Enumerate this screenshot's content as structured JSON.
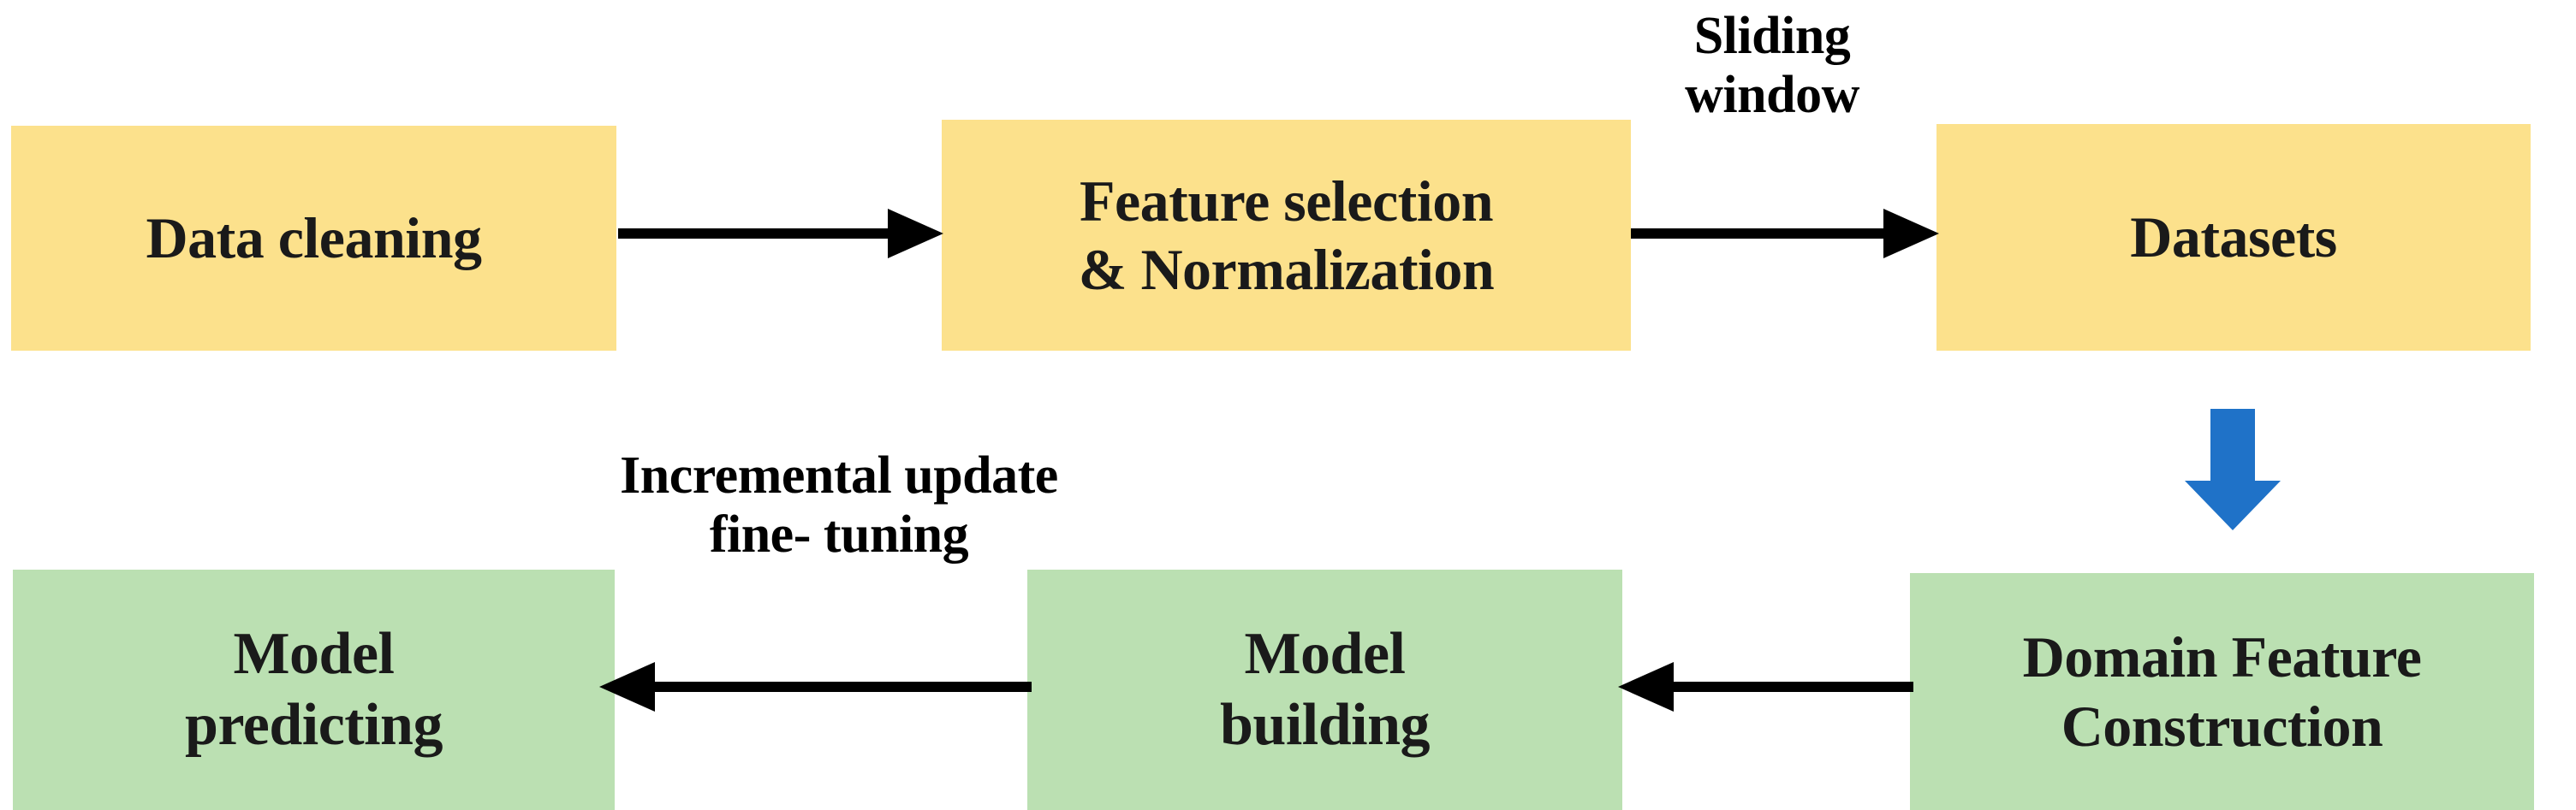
{
  "diagram": {
    "title": "Machine learning data processing and modeling pipeline flowchart",
    "colors": {
      "stage_yellow": "#FCE18C",
      "stage_green": "#BBE0B2",
      "arrow_black": "#000000",
      "arrow_blue": "#1F72C8",
      "text": "#1A1A1A",
      "background": "#FFFFFF"
    },
    "nodes": [
      {
        "id": "data-cleaning",
        "label": "Data cleaning",
        "color": "yellow",
        "row": "top"
      },
      {
        "id": "feature-select",
        "label": "Feature selection\n& Normalization",
        "color": "yellow",
        "row": "top"
      },
      {
        "id": "datasets",
        "label": "Datasets",
        "color": "yellow",
        "row": "top"
      },
      {
        "id": "domain-feature",
        "label": "Domain Feature\nConstruction",
        "color": "green",
        "row": "bottom"
      },
      {
        "id": "model-building",
        "label": "Model\nbuilding",
        "color": "green",
        "row": "bottom"
      },
      {
        "id": "model-predict",
        "label": "Model\npredicting",
        "color": "green",
        "row": "bottom"
      }
    ],
    "edges": [
      {
        "id": "cleaning-to-feature",
        "from": "data-cleaning",
        "to": "feature-select",
        "label": "",
        "direction": "right",
        "color": "#000000"
      },
      {
        "id": "feature-to-datasets",
        "from": "feature-select",
        "to": "datasets",
        "label": "Sliding\nwindow",
        "direction": "right",
        "color": "#000000"
      },
      {
        "id": "datasets-to-domain",
        "from": "datasets",
        "to": "domain-feature",
        "label": "",
        "direction": "down",
        "color": "#1F72C8"
      },
      {
        "id": "domain-to-building",
        "from": "domain-feature",
        "to": "model-building",
        "label": "",
        "direction": "left",
        "color": "#000000"
      },
      {
        "id": "building-to-predict",
        "from": "model-building",
        "to": "model-predict",
        "label": "Incremental update\nfine- tuning",
        "direction": "left",
        "color": "#000000"
      }
    ],
    "labels": {
      "sliding_window": "Sliding\nwindow",
      "incremental_update": "Incremental update\nfine- tuning"
    }
  }
}
